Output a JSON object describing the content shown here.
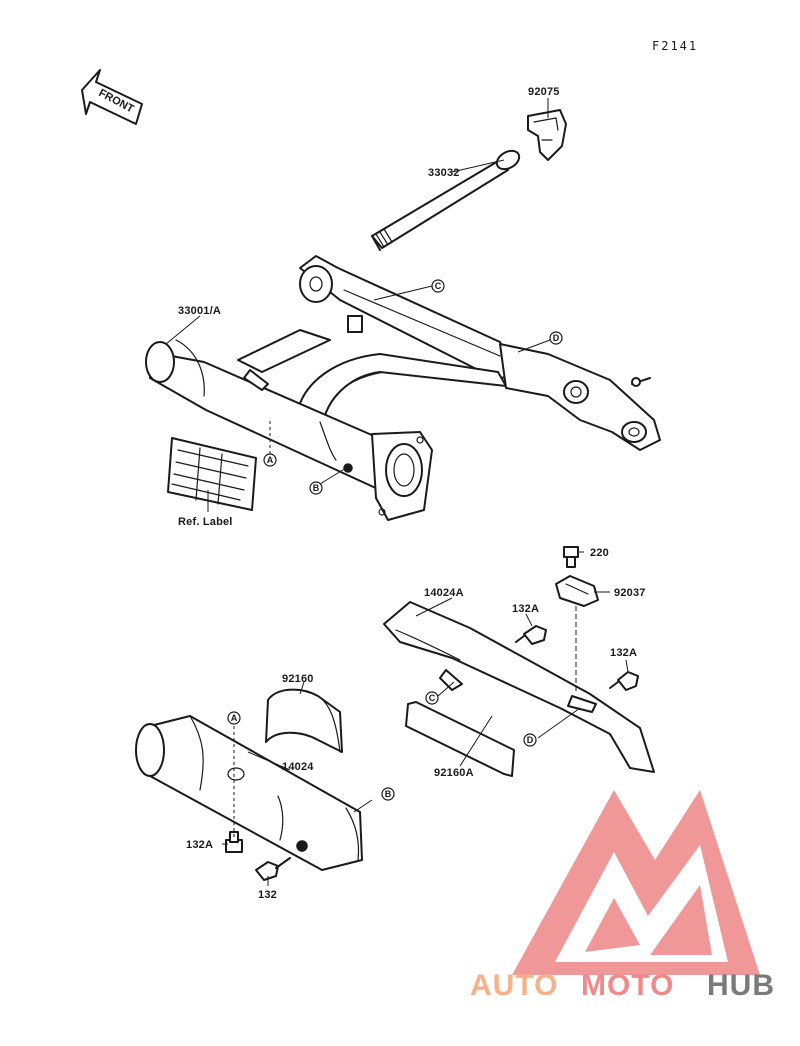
{
  "diagram_code": "F2141",
  "front_arrow_label": "FRONT",
  "parts": {
    "p92075": "92075",
    "p33032": "33032",
    "p33001A": "33001/A",
    "ref_label": "Ref. Label",
    "p220": "220",
    "p92037": "92037",
    "p14024A": "14024A",
    "p132A_top": "132A",
    "p132A_right": "132A",
    "p92160": "92160",
    "p14024": "14024",
    "p92160A": "92160A",
    "p132A_bottom": "132A",
    "p132": "132"
  },
  "markers": {
    "a_top": "A",
    "b_top": "B",
    "c_top": "C",
    "d_top": "D",
    "c_bottom": "C",
    "d_bottom": "D",
    "a_bottom": "A",
    "b_bottom": "B"
  },
  "watermark": {
    "part1": "AUTO",
    "part2": "MOTO",
    "part3": "HUB",
    "colors": {
      "auto": "#f5b28a",
      "moto": "#f08a8a",
      "hub": "#7a7a7a",
      "logo": "#ee8585"
    }
  }
}
